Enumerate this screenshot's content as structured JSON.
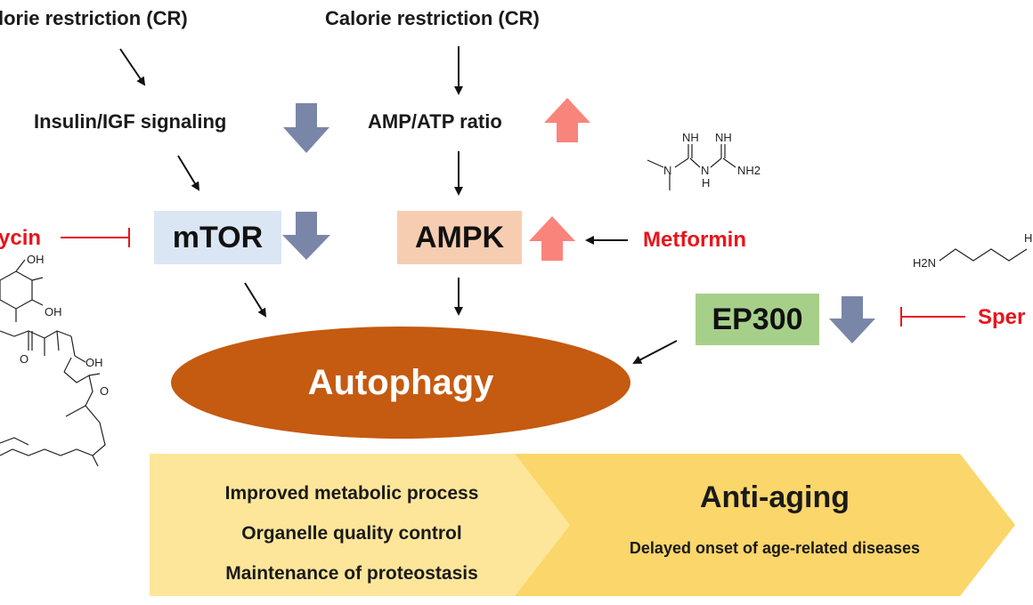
{
  "inputs": {
    "cr_left": "lorie restriction (CR)",
    "cr_right": "Calorie restriction (CR)"
  },
  "pathways": {
    "insulin": "Insulin/IGF signaling",
    "ampatp": "AMP/ATP ratio",
    "mtor": "mTOR",
    "ampk": "AMPK",
    "ep300": "EP300",
    "autophagy": "Autophagy"
  },
  "drugs": {
    "rapamycin": "ycin",
    "metformin": "Metformin",
    "spermidine": "Sper"
  },
  "chemistry": {
    "metformin_labels": [
      "NH",
      "NH",
      "N",
      "N",
      "H",
      "NH2"
    ],
    "spermidine_labels": [
      "H2N",
      "H"
    ],
    "rapamycin_labels": [
      "OH",
      "OH",
      "O",
      "OH",
      "O"
    ]
  },
  "outcomes": {
    "benefits": [
      "Improved metabolic process",
      "Organelle quality control",
      "Maintenance of proteostasis"
    ],
    "anti_aging_title": "Anti-aging",
    "anti_aging_subtitle": "Delayed onset of age-related diseases"
  },
  "colors": {
    "up_arrow": "#f9847c",
    "down_arrow": "#7a86a8",
    "inhibit": "#e8141b",
    "mtor_box": "#dbe6f4",
    "ampk_box": "#f7cdb1",
    "ep300_box": "#a6d08a",
    "autophagy": "#c55a11",
    "chevron_light": "#fde69a",
    "chevron_dark": "#fbd66a"
  }
}
